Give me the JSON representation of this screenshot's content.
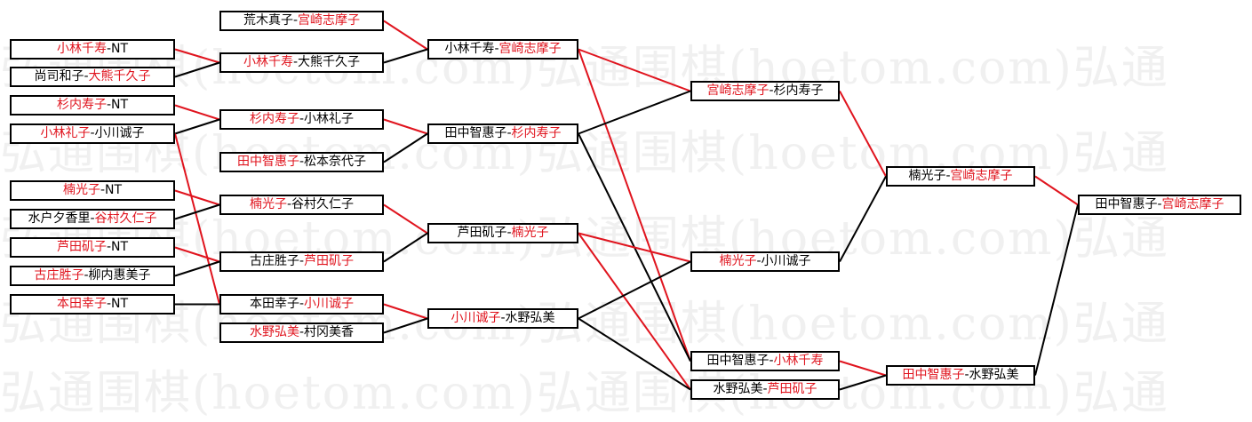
{
  "watermark": "弘通围棋(hoetom.com)弘通围棋(hoetom.com)弘通",
  "colors": {
    "winner_text": "#e0141e",
    "winner_line": "#e0141e",
    "loser_line": "#000000"
  },
  "matches": [
    {
      "id": "r1-1",
      "p1": "小林千寿",
      "p2": "NT",
      "winner": 1
    },
    {
      "id": "r1-2",
      "p1": "尚司和子",
      "p2": "大熊千久子",
      "winner": 2
    },
    {
      "id": "r1-3",
      "p1": "杉内寿子",
      "p2": "NT",
      "winner": 1
    },
    {
      "id": "r1-4",
      "p1": "小林礼子",
      "p2": "小川诚子",
      "winner": 1
    },
    {
      "id": "r1-5",
      "p1": "楠光子",
      "p2": "NT",
      "winner": 1
    },
    {
      "id": "r1-6",
      "p1": "水户夕香里",
      "p2": "谷村久仁子",
      "winner": 2
    },
    {
      "id": "r1-7",
      "p1": "芦田矶子",
      "p2": "NT",
      "winner": 1
    },
    {
      "id": "r1-8",
      "p1": "古庄胜子",
      "p2": "柳内惠美子",
      "winner": 1
    },
    {
      "id": "r1-9",
      "p1": "本田幸子",
      "p2": "NT",
      "winner": 1
    },
    {
      "id": "r2-1",
      "p1": "荒木真子",
      "p2": "宫崎志摩子",
      "winner": 2
    },
    {
      "id": "r2-2",
      "p1": "小林千寿",
      "p2": "大熊千久子",
      "winner": 1
    },
    {
      "id": "r2-3",
      "p1": "杉内寿子",
      "p2": "小林礼子",
      "winner": 1
    },
    {
      "id": "r2-4",
      "p1": "田中智惠子",
      "p2": "松本奈代子",
      "winner": 1
    },
    {
      "id": "r2-5",
      "p1": "楠光子",
      "p2": "谷村久仁子",
      "winner": 1
    },
    {
      "id": "r2-6",
      "p1": "古庄胜子",
      "p2": "芦田矶子",
      "winner": 2
    },
    {
      "id": "r2-7",
      "p1": "本田幸子",
      "p2": "小川诚子",
      "winner": 2
    },
    {
      "id": "r2-8",
      "p1": "水野弘美",
      "p2": "村冈美香",
      "winner": 1
    },
    {
      "id": "r3-1",
      "p1": "小林千寿",
      "p2": "宫崎志摩子",
      "winner": 2
    },
    {
      "id": "r3-2",
      "p1": "田中智惠子",
      "p2": "杉内寿子",
      "winner": 2
    },
    {
      "id": "r3-3",
      "p1": "芦田矶子",
      "p2": "楠光子",
      "winner": 2
    },
    {
      "id": "r3-4",
      "p1": "小川诚子",
      "p2": "水野弘美",
      "winner": 1
    },
    {
      "id": "r4-1",
      "p1": "宫崎志摩子",
      "p2": "杉内寿子",
      "winner": 1
    },
    {
      "id": "r4-2",
      "p1": "楠光子",
      "p2": "小川诚子",
      "winner": 1
    },
    {
      "id": "r4-3",
      "p1": "田中智惠子",
      "p2": "小林千寿",
      "winner": 2
    },
    {
      "id": "r4-4",
      "p1": "水野弘美",
      "p2": "芦田矶子",
      "winner": 2
    },
    {
      "id": "r5-1",
      "p1": "楠光子",
      "p2": "宫崎志摩子",
      "winner": 2
    },
    {
      "id": "r5-2",
      "p1": "田中智惠子",
      "p2": "水野弘美",
      "winner": 1
    },
    {
      "id": "r6-1",
      "p1": "田中智惠子",
      "p2": "宫崎志摩子",
      "winner": 2
    }
  ]
}
